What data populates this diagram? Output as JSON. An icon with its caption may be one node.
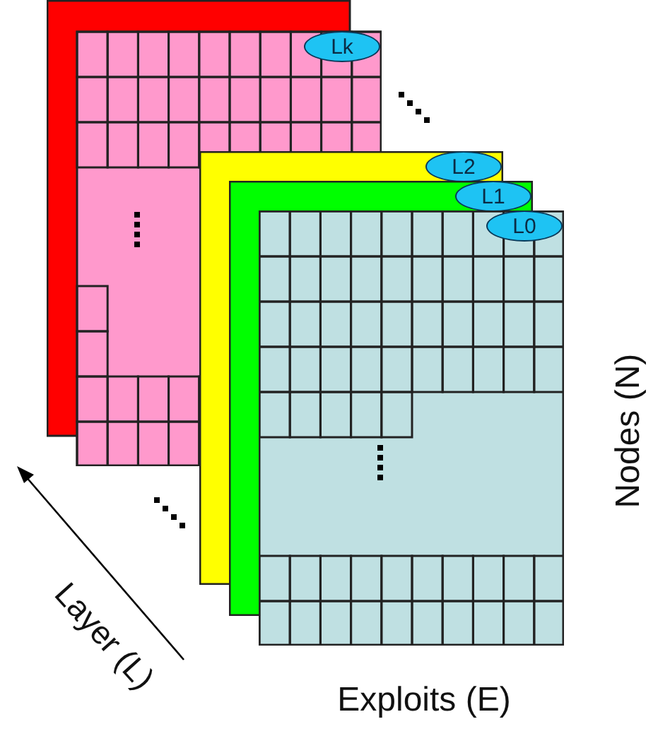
{
  "diagram": {
    "nodes": [
      {
        "text": [
          "Lk"
        ]
      },
      {
        "text": [
          "L2"
        ]
      },
      {
        "text": [
          "L1"
        ]
      },
      {
        "text": [
          "L0"
        ]
      }
    ],
    "labels": [
      "Layer (L)",
      "Exploits (E)",
      "Nodes (N)"
    ]
  }
}
